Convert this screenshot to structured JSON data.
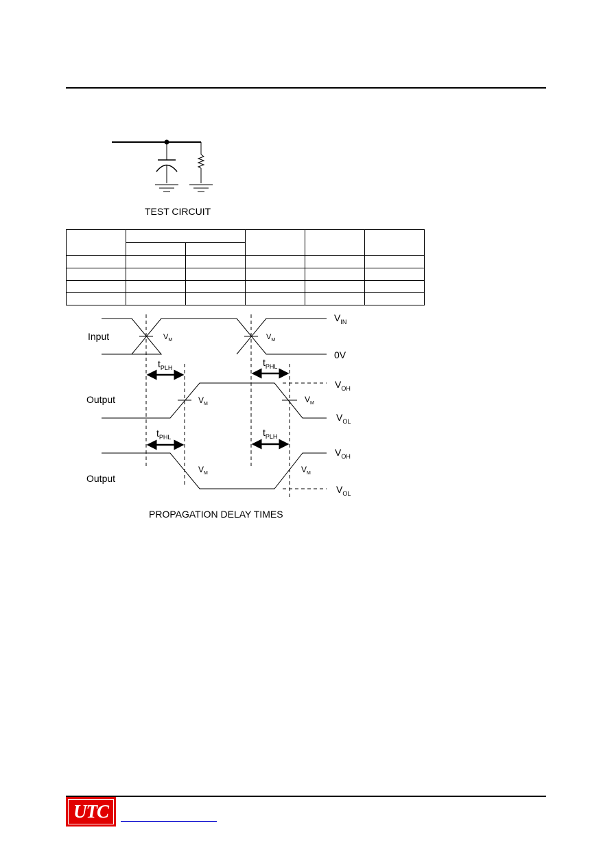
{
  "circuit": {
    "caption": "TEST CIRCUIT"
  },
  "table": {
    "rows": 6,
    "cols": 6
  },
  "timing": {
    "caption": "PROPAGATION DELAY TIMES",
    "input_label": "Input",
    "output_label_1": "Output",
    "output_label_2": "Output",
    "zero_v": "0V",
    "v_in": {
      "main": "V",
      "sub": "IN"
    },
    "v_oh": {
      "main": "V",
      "sub": "OH"
    },
    "v_ol": {
      "main": "V",
      "sub": "OL"
    },
    "v_m": {
      "main": "V",
      "sub": "M"
    },
    "t_plh": {
      "main": "t",
      "sub": "PLH"
    },
    "t_phl": {
      "main": "t",
      "sub": "PHL"
    }
  },
  "footer": {
    "logo_text": "UTC",
    "link_text": ""
  },
  "colors": {
    "logo_red": "#e10000",
    "link_blue": "#0000cc"
  }
}
